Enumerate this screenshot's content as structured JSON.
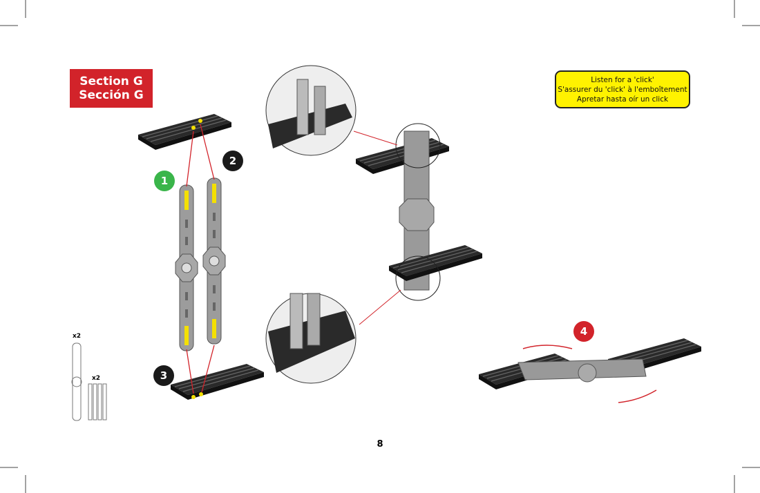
{
  "section": {
    "title_en": "Section G",
    "title_es": "Sección G",
    "color": "#d2232a"
  },
  "note": {
    "lines": [
      "Listen for a 'click'",
      "S'assurer du 'click' à l'emboîtement",
      "Apretar hasta oír un click"
    ],
    "color": "#fff200"
  },
  "steps": [
    {
      "label": "1",
      "color": "#3ab54a"
    },
    {
      "label": "2",
      "color": "#1a1a1a"
    },
    {
      "label": "3",
      "color": "#1a1a1a"
    },
    {
      "label": "4",
      "color": "#d2232a"
    }
  ],
  "parts": [
    {
      "qty": "x2",
      "name": "long-bar"
    },
    {
      "qty": "x2",
      "name": "plate"
    }
  ],
  "page_number": "8"
}
